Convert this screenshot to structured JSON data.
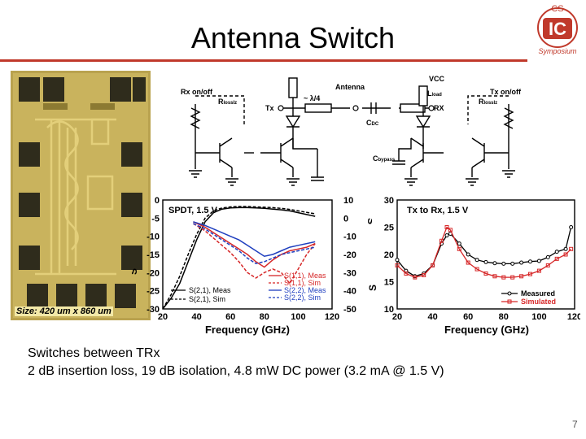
{
  "slide": {
    "title": "Antenna Switch",
    "caption": "Size: 420 um x 860 um",
    "bullets": [
      "Switches between TRx",
      "2 dB insertion loss, 19 dB isolation, 4.8 mW DC power (3.2 mA @ 1.5 V)"
    ],
    "page_number": "7",
    "accent_color": "#c0392b"
  },
  "logo": {
    "top": "CS",
    "mid": "IC",
    "bottom": "Symposium"
  },
  "schematic": {
    "labels": {
      "rx_onoff": "Rx on/off",
      "tx_onoff": "Tx on/off",
      "rlosslz_left": "R",
      "rlosslz_right": "R",
      "rlosslz_sub": "lossIz",
      "lambda": "~ λ/4",
      "antenna": "Antenna",
      "vcc": "VCC",
      "lload": "L",
      "lload_sub": "load",
      "tx": "Tx",
      "rx": "RX",
      "cdc": "C",
      "cdc_sub": "DC",
      "cbypass": "C",
      "cbypass_sub": "bypass"
    }
  },
  "chart_data": [
    {
      "type": "line",
      "title": "SPDT, 1.5 V",
      "xlabel": "Frequency (GHz)",
      "ylabel_left": "S",
      "ylabel_right": "S",
      "xlim": [
        20,
        120
      ],
      "xticks": [
        "20",
        "40",
        "60",
        "80",
        "100",
        "120"
      ],
      "ylim_left": [
        -30,
        0
      ],
      "yticks_left": [
        "0",
        "-5",
        "-10",
        "-15",
        "-20",
        "-25",
        "-30"
      ],
      "ylim_right": [
        -50,
        10
      ],
      "yticks_right": [
        "10",
        "0",
        "-10",
        "-20",
        "-30",
        "-40",
        "-50"
      ],
      "series": [
        {
          "name": "S(2,1), Meas",
          "axis": "left",
          "color": "#000000",
          "dash": "solid",
          "x": [
            20,
            25,
            30,
            35,
            40,
            45,
            50,
            55,
            60,
            65,
            70,
            75,
            80,
            85,
            90,
            95,
            100,
            105,
            110
          ],
          "y": [
            -30,
            -27,
            -23,
            -17,
            -11,
            -6,
            -3.5,
            -2.5,
            -2.2,
            -2.1,
            -2.1,
            -2.2,
            -2.3,
            -2.5,
            -2.7,
            -3,
            -3.5,
            -4,
            -4.5
          ]
        },
        {
          "name": "S(2,1), Sim",
          "axis": "left",
          "color": "#000000",
          "dash": "dashed",
          "x": [
            20,
            25,
            30,
            35,
            40,
            45,
            50,
            55,
            60,
            65,
            70,
            75,
            80,
            85,
            90,
            95,
            100,
            105,
            110
          ],
          "y": [
            -30,
            -26,
            -21,
            -15,
            -9.5,
            -5,
            -3,
            -2.2,
            -1.9,
            -1.8,
            -1.8,
            -1.9,
            -2,
            -2.1,
            -2.3,
            -2.6,
            -3,
            -3.4,
            -3.8
          ]
        },
        {
          "name": "S(1,1), Meas",
          "axis": "right",
          "color": "#d62728",
          "dash": "solid",
          "x": [
            38,
            45,
            50,
            55,
            60,
            65,
            70,
            75,
            80,
            85,
            90,
            95,
            100,
            105,
            110
          ],
          "y": [
            -2,
            -5,
            -8,
            -11,
            -14,
            -17,
            -20,
            -24,
            -27,
            -23,
            -20,
            -18,
            -17,
            -16,
            -14
          ]
        },
        {
          "name": "S(1,1), Sim",
          "axis": "right",
          "color": "#d62728",
          "dash": "dashed",
          "x": [
            38,
            45,
            50,
            55,
            60,
            65,
            70,
            75,
            80,
            85,
            90,
            95,
            100,
            105,
            110
          ],
          "y": [
            -3,
            -7,
            -11,
            -15,
            -19,
            -24,
            -30,
            -33,
            -30,
            -28,
            -30,
            -36,
            -28,
            -20,
            -14
          ]
        },
        {
          "name": "S(2,2), Meas",
          "axis": "right",
          "color": "#1f3fbf",
          "dash": "solid",
          "x": [
            38,
            45,
            50,
            55,
            60,
            65,
            70,
            75,
            80,
            85,
            90,
            95,
            100,
            105,
            110
          ],
          "y": [
            -2,
            -4,
            -6,
            -8,
            -10,
            -12,
            -15,
            -18,
            -21,
            -20,
            -18,
            -16,
            -15,
            -14,
            -13
          ]
        },
        {
          "name": "S(2,2), Sim",
          "axis": "right",
          "color": "#1f3fbf",
          "dash": "dashed",
          "x": [
            38,
            45,
            50,
            55,
            60,
            65,
            70,
            75,
            80,
            85,
            90,
            95,
            100,
            105,
            110
          ],
          "y": [
            -3,
            -6,
            -9,
            -12,
            -15,
            -18,
            -22,
            -25,
            -24,
            -22,
            -20,
            -19,
            -18,
            -17,
            -16
          ]
        }
      ]
    },
    {
      "type": "line",
      "title": "Tx to Rx, 1.5 V",
      "xlabel": "Frequency (GHz)",
      "ylabel_left": "S",
      "xlim": [
        20,
        120
      ],
      "xticks": [
        "20",
        "40",
        "60",
        "80",
        "100",
        "120"
      ],
      "ylim": [
        10,
        30
      ],
      "yticks": [
        "30",
        "25",
        "20",
        "15",
        "10"
      ],
      "series": [
        {
          "name": "Measured",
          "color": "#000000",
          "marker": "circle",
          "x": [
            20,
            25,
            30,
            35,
            40,
            45,
            48,
            50,
            55,
            60,
            65,
            70,
            75,
            80,
            85,
            90,
            95,
            100,
            105,
            110,
            115,
            118
          ],
          "y": [
            19,
            17,
            16,
            16.5,
            18,
            22,
            23.5,
            23.8,
            22,
            20,
            19,
            18.6,
            18.4,
            18.3,
            18.3,
            18.5,
            18.7,
            18.8,
            19.5,
            20.5,
            21,
            25
          ]
        },
        {
          "name": "Simulated",
          "color": "#d62728",
          "marker": "square",
          "x": [
            20,
            25,
            30,
            35,
            40,
            45,
            48,
            50,
            55,
            60,
            65,
            70,
            75,
            80,
            85,
            90,
            95,
            100,
            105,
            110,
            115,
            118
          ],
          "y": [
            18,
            16.5,
            15.8,
            16.2,
            18,
            22.5,
            25,
            24.5,
            21,
            18.5,
            17.3,
            16.5,
            16,
            15.8,
            15.8,
            16,
            16.4,
            17,
            18,
            19.2,
            20,
            21
          ]
        }
      ]
    }
  ]
}
